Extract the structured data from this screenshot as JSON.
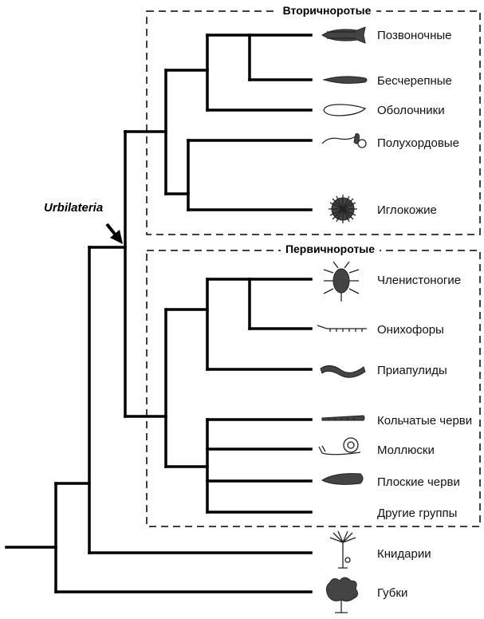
{
  "groups": {
    "deuterostomes": "Вторичноротые",
    "protostomes": "Первичноротые"
  },
  "node_label": "Urbilateria",
  "taxa": {
    "vertebrates": "Позвоночные",
    "cephalochordates": "Бесчерепные",
    "tunicates": "Оболочники",
    "hemichordates": "Полухордовые",
    "echinoderms": "Иглокожие",
    "arthropods": "Членистоногие",
    "onychophorans": "Онихофоры",
    "priapulids": "Приапулиды",
    "annelids": "Кольчатые черви",
    "molluscs": "Моллюски",
    "flatworms": "Плоские черви",
    "other_groups": "Другие группы",
    "cnidarians": "Книдарии",
    "sponges": "Губки"
  },
  "icons": {
    "vertebrates": "fish-icon",
    "cephalochordates": "lancelet-icon",
    "tunicates": "tunicate-icon",
    "hemichordates": "acorn-worm-icon",
    "echinoderms": "sea-urchin-icon",
    "arthropods": "insect-icon",
    "onychophorans": "velvet-worm-icon",
    "priapulids": "priapulid-icon",
    "annelids": "annelid-icon",
    "molluscs": "snail-icon",
    "flatworms": "flatworm-icon",
    "cnidarians": "hydra-icon",
    "sponges": "sponge-icon"
  },
  "colors": {
    "line": "#000000",
    "background": "#ffffff"
  }
}
